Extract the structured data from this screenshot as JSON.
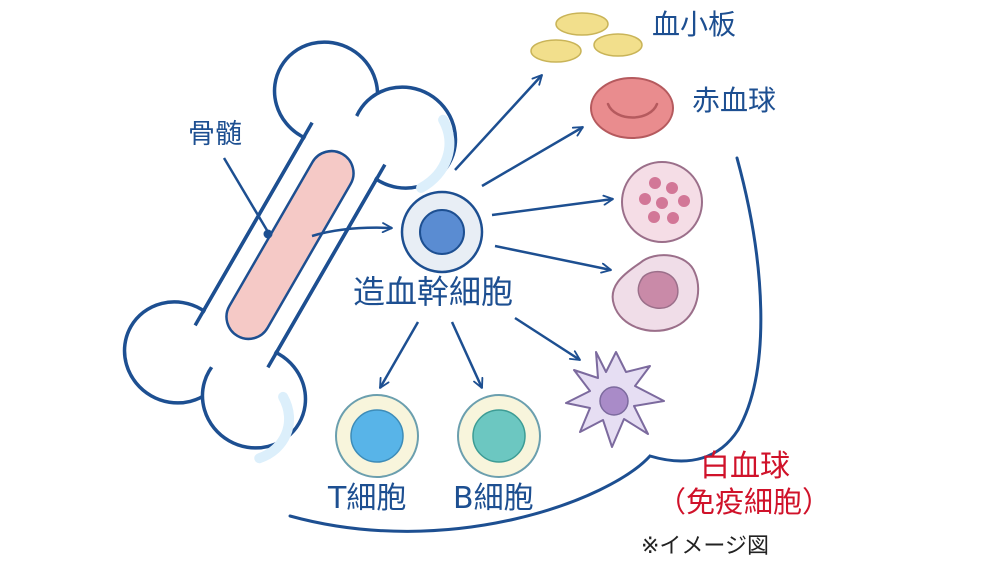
{
  "labels": {
    "bone_marrow": "骨髄",
    "stem_cell": "造血幹細胞",
    "platelet": "血小板",
    "red_blood_cell": "赤血球",
    "t_cell": "T細胞",
    "b_cell": "B細胞",
    "white_blood_cell": "白血球",
    "immune_cell": "（免疫細胞）",
    "image_note": "※イメージ図"
  },
  "colors": {
    "outline": "#1d4f91",
    "bone_fill": "#ffffff",
    "bone_shadow": "#dceffb",
    "marrow": "#f5c9c6",
    "stem_cell": "#5a8cd2",
    "red_blood_cell": "#e98c8e",
    "platelet": "#f2df8c",
    "granulocyte": "#f5dde6",
    "monocyte": "#f0dde8",
    "dendritic": "#e6def3",
    "t_cell_nucleus": "#58b4e8",
    "b_cell_nucleus": "#6cc7c1",
    "lymph_cytoplasm": "#f8f5dc",
    "warning_text": "#d0122a"
  }
}
